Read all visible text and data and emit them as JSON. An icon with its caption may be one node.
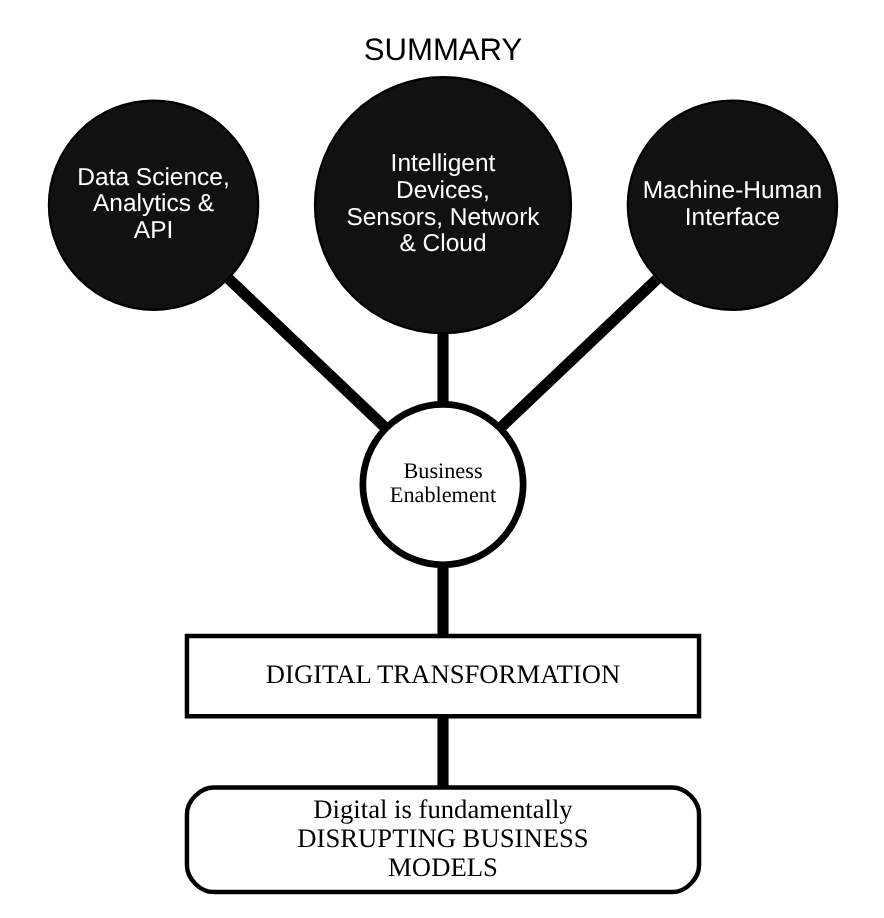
{
  "diagram": {
    "title": "SUMMARY",
    "nodes": [
      {
        "text": [
          "Data Science, Analytics & API"
        ]
      },
      {
        "text": [
          "Intelligent Devices, Sensors, Network & Cloud"
        ]
      },
      {
        "text": [
          "Machine-Human Interface"
        ]
      },
      {
        "text": [
          "Business Enablement"
        ]
      },
      {
        "text": [
          "DIGITAL TRANSFORMATION"
        ]
      },
      {
        "text": [
          "Digital is fundamentally DISRUPTING BUSINESS MODELS"
        ]
      }
    ],
    "edges": [
      {
        "from": 0,
        "to": 3,
        "arrow": "none"
      },
      {
        "from": 1,
        "to": 3,
        "arrow": "none"
      },
      {
        "from": 2,
        "to": 3,
        "arrow": "none"
      },
      {
        "from": 3,
        "to": 4,
        "arrow": "none"
      },
      {
        "from": 4,
        "to": 5,
        "arrow": "none"
      }
    ]
  }
}
